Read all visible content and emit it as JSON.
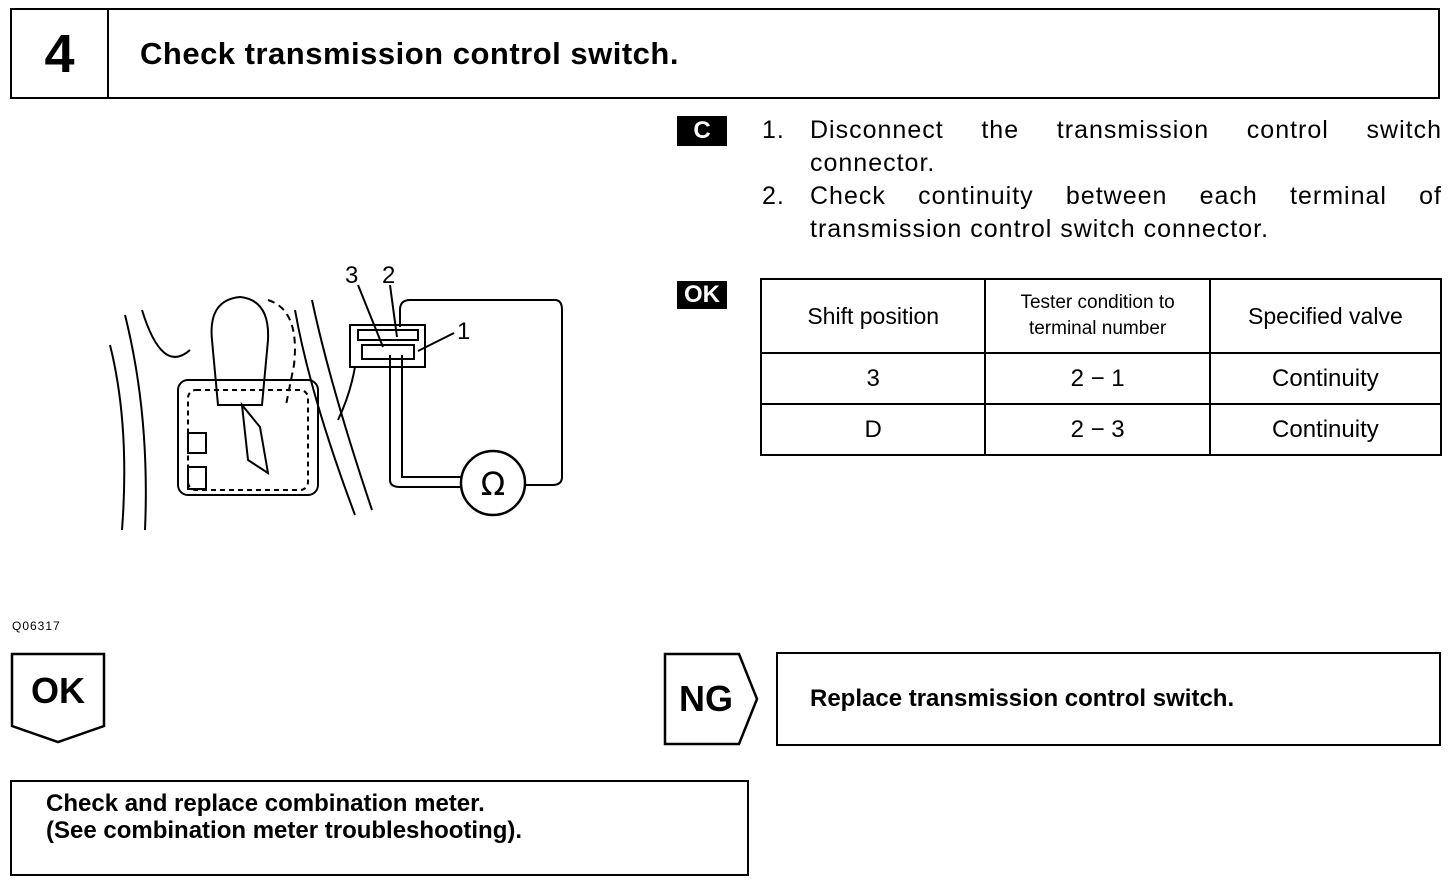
{
  "header": {
    "step_number": "4",
    "title": "Check transmission control switch."
  },
  "tags": {
    "procedure": "C",
    "ok": "OK"
  },
  "instructions": [
    {
      "num": "1.",
      "text": "Disconnect the transmission control switch connector."
    },
    {
      "num": "2.",
      "text": "Check continuity between each terminal of transmission control switch connector."
    }
  ],
  "table": {
    "headers": [
      "Shift position",
      "Tester condition to terminal number",
      "Specified valve"
    ],
    "rows": [
      [
        "3",
        "2 − 1",
        "Continuity"
      ],
      [
        "D",
        "2 − 3",
        "Continuity"
      ]
    ]
  },
  "figure": {
    "labels": {
      "terminal_3": "3",
      "terminal_2": "2",
      "terminal_1": "1",
      "ohm": "Ω"
    },
    "code": "Q06317"
  },
  "ok_branch": {
    "label": "OK",
    "result_line1": "Check and replace combination meter.",
    "result_line2": "(See combination meter troubleshooting)."
  },
  "ng_branch": {
    "label": "NG",
    "result": "Replace transmission control switch."
  }
}
